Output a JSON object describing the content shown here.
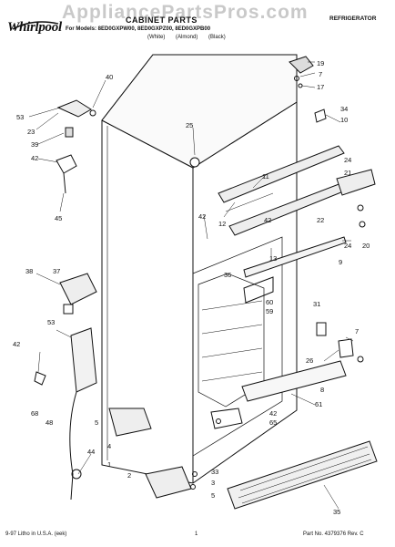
{
  "header": {
    "brand": "Whirlpool",
    "watermark": "AppliancePartsPros.com",
    "title": "CABINET PARTS",
    "category": "REFRIGERATOR",
    "models": "For Models: 8ED0GXPW00, 8ED0GXPZ00, 8ED0GXPB00",
    "colors": [
      "(White)",
      "(Almond)",
      "(Black)"
    ]
  },
  "callouts": [
    "53",
    "23",
    "39",
    "42",
    "45",
    "40",
    "25",
    "11",
    "12",
    "42",
    "13",
    "36",
    "60",
    "59",
    "42",
    "24",
    "21",
    "22",
    "24",
    "20",
    "9",
    "34",
    "10",
    "19",
    "7",
    "17",
    "38",
    "37",
    "53",
    "42",
    "68",
    "48",
    "44",
    "5",
    "4",
    "1",
    "2",
    "3",
    "5",
    "33",
    "42",
    "65",
    "61",
    "31",
    "26",
    "7",
    "8",
    "35"
  ],
  "footer": {
    "left": "9-97 Litho in U.S.A. (eek)",
    "page": "1",
    "part_no": "Part No. 4379376 Rev. C"
  }
}
